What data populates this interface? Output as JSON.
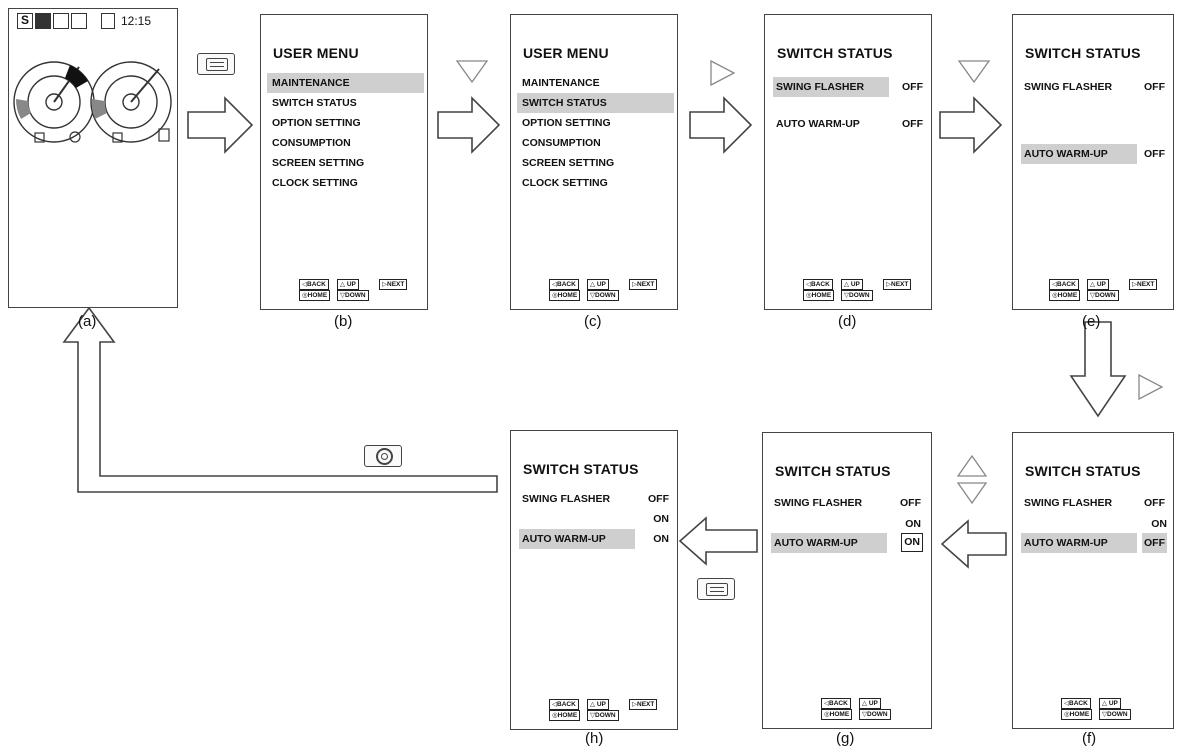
{
  "screen_a": {
    "status_letter": "S",
    "clock": "12:15",
    "caption": "(a)"
  },
  "screen_b": {
    "title": "USER MENU",
    "items": [
      "MAINTENANCE",
      "SWITCH STATUS",
      "OPTION SETTING",
      "CONSUMPTION",
      "SCREEN SETTING",
      "CLOCK SETTING"
    ],
    "selected_index": 0,
    "nav": [
      "BACK",
      "UP",
      "NEXT",
      "HOME",
      "DOWN"
    ],
    "caption": "(b)"
  },
  "screen_c": {
    "title": "USER MENU",
    "items": [
      "MAINTENANCE",
      "SWITCH STATUS",
      "OPTION SETTING",
      "CONSUMPTION",
      "SCREEN SETTING",
      "CLOCK SETTING"
    ],
    "selected_index": 1,
    "nav": [
      "BACK",
      "UP",
      "NEXT",
      "HOME",
      "DOWN"
    ],
    "caption": "(c)"
  },
  "screen_d": {
    "title": "SWITCH STATUS",
    "swing_label": "SWING FLASHER",
    "swing_value": "OFF",
    "auto_label": "AUTO WARM-UP",
    "auto_value": "OFF",
    "nav": [
      "BACK",
      "UP",
      "NEXT",
      "HOME",
      "DOWN"
    ],
    "caption": "(d)"
  },
  "screen_e": {
    "title": "SWITCH STATUS",
    "swing_label": "SWING FLASHER",
    "swing_value": "OFF",
    "auto_label": "AUTO WARM-UP",
    "auto_value": "OFF",
    "nav": [
      "BACK",
      "UP",
      "NEXT",
      "HOME",
      "DOWN"
    ],
    "caption": "(e)"
  },
  "screen_f": {
    "title": "SWITCH STATUS",
    "swing_label": "SWING FLASHER",
    "swing_value": "OFF",
    "on_option": "ON",
    "auto_label": "AUTO WARM-UP",
    "auto_value": "OFF",
    "nav": [
      "BACK",
      "UP",
      "HOME",
      "DOWN"
    ],
    "caption": "(f)"
  },
  "screen_g": {
    "title": "SWITCH STATUS",
    "swing_label": "SWING FLASHER",
    "swing_value": "OFF",
    "on_option": "ON",
    "auto_label": "AUTO WARM-UP",
    "auto_value": "ON",
    "nav": [
      "BACK",
      "UP",
      "HOME",
      "DOWN"
    ],
    "caption": "(g)"
  },
  "screen_h": {
    "title": "SWITCH STATUS",
    "swing_label": "SWING FLASHER",
    "swing_value": "OFF",
    "on_option": "ON",
    "auto_label": "AUTO WARM-UP",
    "auto_value": "ON",
    "nav": [
      "BACK",
      "UP",
      "NEXT",
      "HOME",
      "DOWN"
    ],
    "caption": "(h)"
  },
  "icons": {
    "menu_button": "menu-icon",
    "home_button": "home-ring-icon",
    "down_key": "triangle-down-icon",
    "right_key": "triangle-right-icon",
    "up_key": "triangle-up-icon"
  },
  "colors": {
    "highlight": "#cfcfcf",
    "line": "#444444"
  }
}
